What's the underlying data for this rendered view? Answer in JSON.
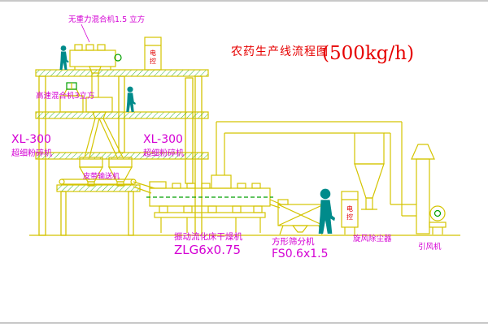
{
  "title": {
    "main": "农药生产线流程图",
    "capacity": "(500kg/h)"
  },
  "labels": {
    "gravity_mixer": "无重力混合机1.5 立方",
    "high_speed_mixer": "高速混合机3立方",
    "pulverizer_left_model": "XL-300",
    "pulverizer_left_name": "超细粉碎机",
    "pulverizer_right_model": "XL-300",
    "pulverizer_right_name": "超细粉碎机",
    "belt_conveyor": "皮带输送机",
    "dryer_name": "振动流化床干燥机",
    "dryer_model": "ZLG6x0.75",
    "sieve_name": "方形筛分机",
    "sieve_model": "FS0.6x1.5",
    "cyclone_name": "旋风除尘器",
    "fan_name": "引风机",
    "cabinet_char1": "电",
    "cabinet_char2": "控"
  },
  "colors": {
    "line_yellow": "#d4c400",
    "detail_green": "#00a000",
    "label_magenta": "#d400d4",
    "title_red": "#e60000",
    "figure_teal": "#008b8b",
    "background": "#ffffff"
  }
}
